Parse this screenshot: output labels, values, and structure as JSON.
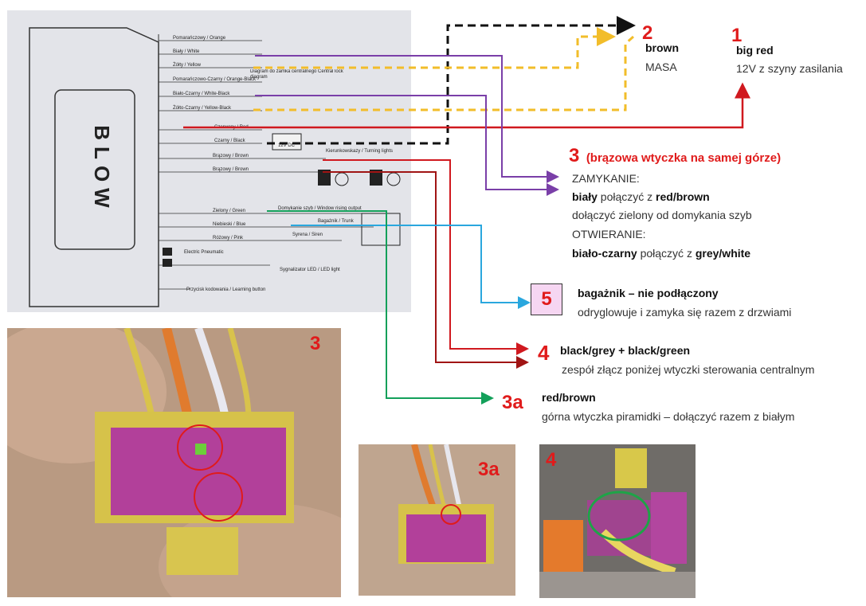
{
  "colors": {
    "red": "#d0191f",
    "darkred": "#a01414",
    "purple": "#7a3fa8",
    "yellow": "#f2bd2a",
    "black": "#111111",
    "blue": "#2aa7de",
    "green": "#13a05a",
    "pink_box": "#f6d6f2"
  },
  "diagram": {
    "brand": "BLOW",
    "wires": [
      "Pomarańczowy / Orange",
      "Biały / White",
      "Żółty / Yellow",
      "Pomarańczowo-Czarny / Orange-Black",
      "Biało-Czarny / White-Black",
      "Żółto-Czarny / Yellow-Black",
      "Czerwony / Red",
      "Czarny / Black",
      "Brązowy / Brown",
      "Brązowy / Brown",
      "Zielony / Green",
      "Niebieski / Blue",
      "Różowy / Pink"
    ],
    "lock_diagram_label": "Diagram do zamka centralnego Central lock diagram",
    "battery_label": "12V DC",
    "turning_lights_label": "Kierunkowskazy / Turning lights",
    "window_label": "Domykanie szyb / Window rising output",
    "trunk_label": "Bagażnik / Trunk",
    "siren_label": "Syrena / Siren",
    "pneumatic_label": "Electric Pneumatic",
    "led_label": "Sygnalizator LED / LED light",
    "learn_label": "Przycisk kodowania / Learning button"
  },
  "annotations": {
    "n1": "1",
    "n1_title": "big red",
    "n1_text": "12V z szyny zasilania",
    "n2": "2",
    "n2_title": "brown",
    "n2_text": "MASA",
    "n3": "3",
    "n3_title": "(brązowa wtyczka na samej górze)",
    "n3_l1": "ZAMYKANIE:",
    "n3_l2a": "biały",
    "n3_l2b": " połączyć z ",
    "n3_l2c": "red/brown",
    "n3_l3": "dołączyć zielony od domykania szyb",
    "n3_l4": "OTWIERANIE:",
    "n3_l5a": "biało-czarny",
    "n3_l5b": " połączyć z ",
    "n3_l5c": "grey/white",
    "n5": "5",
    "n5_title": "bagażnik – nie podłączony",
    "n5_text": "odryglowuje i zamyka się razem z drzwiami",
    "n4": "4",
    "n4_title": "black/grey + black/green",
    "n4_text": "zespół złącz poniżej wtyczki sterowania centralnym",
    "n3a": "3a",
    "n3a_title": "red/brown",
    "n3a_text": "górna wtyczka piramidki – dołączyć razem z białym"
  },
  "photos": {
    "p3": "3",
    "p3a": "3a",
    "p4": "4"
  }
}
